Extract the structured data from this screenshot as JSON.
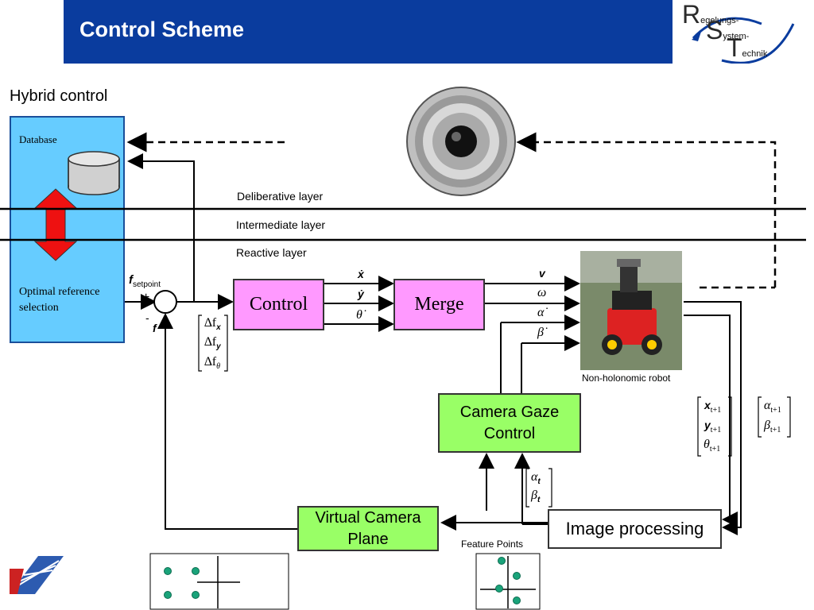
{
  "header": {
    "title": "Control Scheme",
    "bg_color": "#0a3c9e"
  },
  "logo": {
    "line1_big": "R",
    "line1_rest": "egelungs-",
    "line2_big": "S",
    "line2_rest": "ystem-",
    "line3_big": "T",
    "line3_rest": "echnik"
  },
  "subtitle": "Hybrid control",
  "database_panel": {
    "title": "Database",
    "bottom_label_1": "Optimal reference",
    "bottom_label_2": "selection",
    "color": "#66ccff"
  },
  "layers": {
    "deliberative": "Deliberative layer",
    "intermediate": "Intermediate layer",
    "reactive": "Reactive layer"
  },
  "sum_junction": {
    "input": "f",
    "input_sub": "setpoint",
    "plus": "+",
    "minus": "-",
    "feedback": "f"
  },
  "error_vector": {
    "item1": "∆f",
    "item1_sub": "x",
    "item2": "∆f",
    "item2_sub": "y",
    "item3": "∆f",
    "item3_sub": "θ"
  },
  "blocks": {
    "control": "Control",
    "merge": "Merge",
    "camera_gaze_line1": "Camera Gaze",
    "camera_gaze_line2": "Control",
    "virtual_camera_line1": "Virtual Camera",
    "virtual_camera_line2": "Plane",
    "image_processing": "Image processing"
  },
  "signals": {
    "control_out": [
      "ẋ",
      "ẏ",
      "θ̇"
    ],
    "merge_out": [
      "v",
      "ω",
      "α̇",
      "β̇"
    ],
    "feature_points": "Feature Points"
  },
  "robot_label": "Non-holonomic robot",
  "state_vector": {
    "x": "x",
    "y": "y",
    "theta": "θ",
    "sub": "t+1"
  },
  "gaze_vector_next": {
    "alpha": "α",
    "beta": "β",
    "sub": "t+1"
  },
  "gaze_vector_now": {
    "alpha": "α",
    "beta": "β",
    "sub": "t"
  },
  "colors": {
    "pink": "#ff99ff",
    "green": "#99ff66",
    "blue_panel": "#66ccff",
    "header": "#0a3c9e",
    "arrow_red": "#ee1111"
  }
}
